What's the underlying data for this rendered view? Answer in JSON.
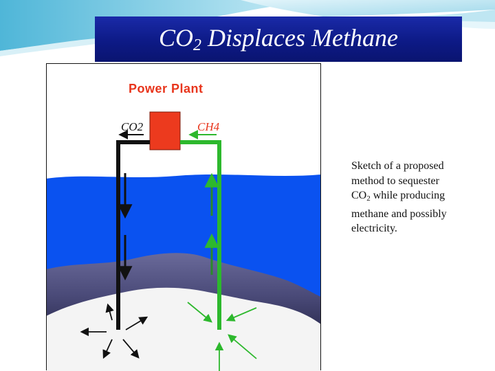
{
  "slide": {
    "title_main": "CO",
    "title_sub": "2",
    "title_rest": " Displaces Methane"
  },
  "diagram": {
    "power_plant_label": "Power Plant",
    "co2_label": "CO2",
    "ch4_label": "CH4",
    "colors": {
      "ocean": "#0a52f0",
      "sediment": "#4c4c78",
      "hydrate_zone": "#f4f4f4",
      "power_plant": "#ec3a1e",
      "co2_pipe": "#111111",
      "ch4_pipe": "#2db82d"
    },
    "icons": [
      "down-arrow-icon",
      "up-arrow-icon",
      "release-arrow-icon",
      "inflow-arrow-icon"
    ]
  },
  "caption": {
    "line1": "Sketch of a proposed",
    "line2": "method to sequester",
    "co2_main": "CO",
    "co2_sub": "2",
    "line3_rest": " while producing",
    "line4": "methane and possibly",
    "line5": "electricity."
  }
}
